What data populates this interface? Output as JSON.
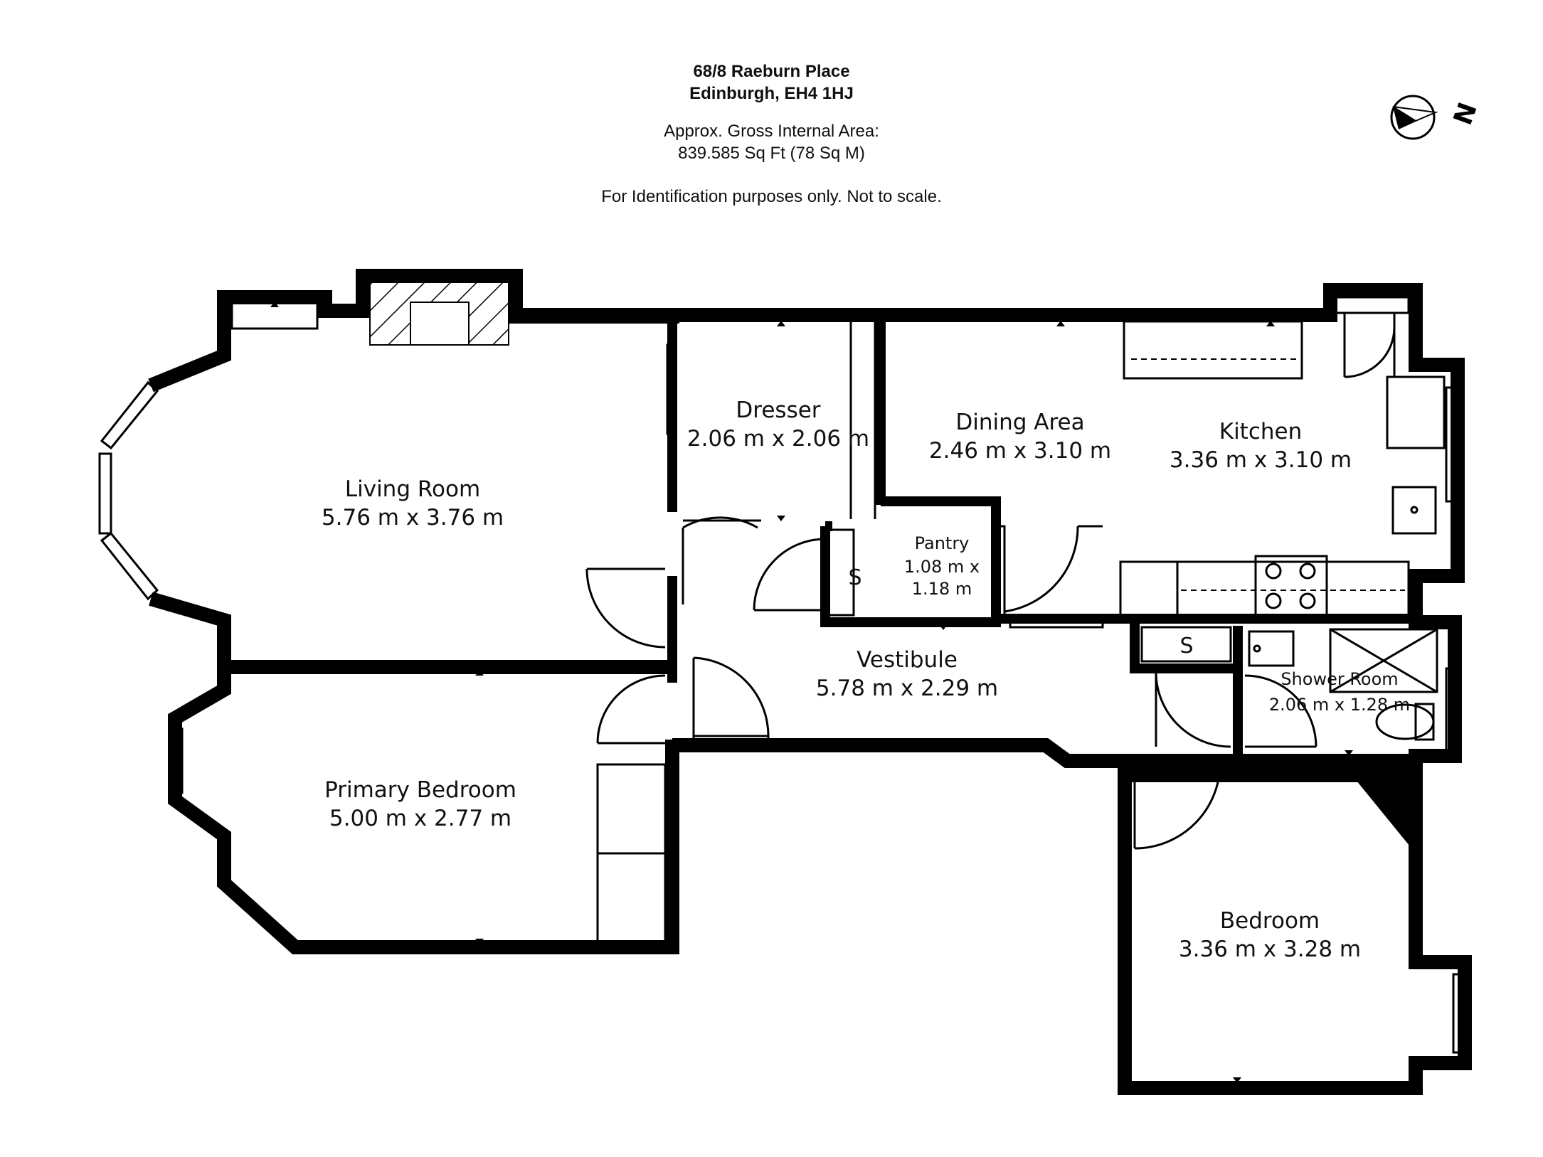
{
  "header": {
    "address_line1": "68/8 Raeburn Place",
    "address_line2": "Edinburgh, EH4 1HJ",
    "area_line1": "Approx. Gross Internal Area:",
    "area_line2": "839.585 Sq Ft (78 Sq M)",
    "disclaimer": "For Identification purposes only. Not to scale."
  },
  "compass": {
    "label": "N",
    "icon": "compass-icon"
  },
  "rooms": {
    "living_room": {
      "name": "Living Room",
      "size": "5.76 m x 3.76 m"
    },
    "dresser": {
      "name": "Dresser",
      "size": "2.06 m x 2.06 m"
    },
    "dining_area": {
      "name": "Dining Area",
      "size": "2.46 m x 3.10 m"
    },
    "kitchen": {
      "name": "Kitchen",
      "size": "3.36 m x 3.10 m"
    },
    "pantry": {
      "name": "Pantry",
      "size_line1": "1.08 m x",
      "size_line2": "1.18 m"
    },
    "vestibule": {
      "name": "Vestibule",
      "size": "5.78 m x 2.29 m"
    },
    "shower_room": {
      "name": "Shower Room",
      "size": "2.06 m x 1.28 m"
    },
    "primary_bedroom": {
      "name": "Primary Bedroom",
      "size": "5.00 m x 2.77 m"
    },
    "bedroom": {
      "name": "Bedroom",
      "size": "3.36 m x 3.28 m"
    }
  },
  "storage_labels": {
    "store_1": "S",
    "store_2": "S"
  },
  "colors": {
    "wall": "#000000",
    "background": "#ffffff",
    "fixture": "#222222"
  }
}
